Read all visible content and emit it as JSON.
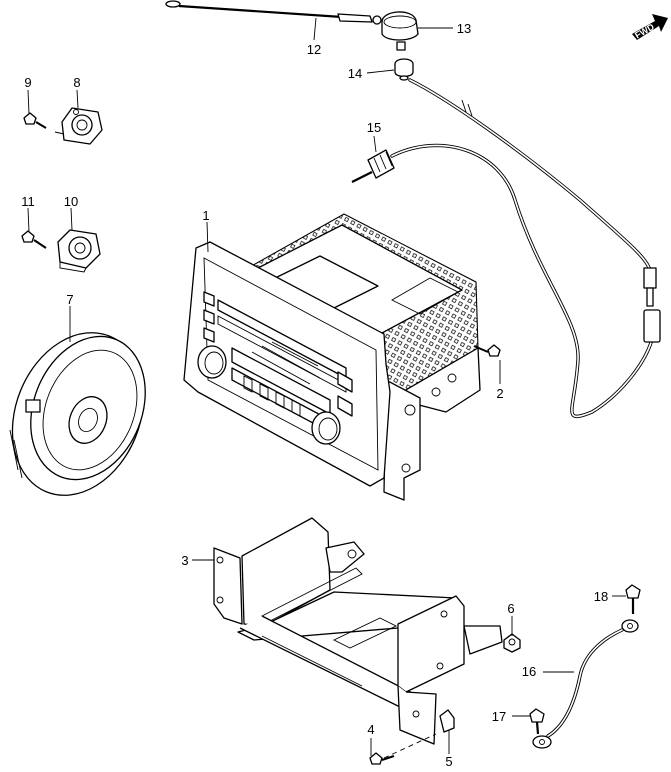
{
  "diagram": {
    "direction_badge": "FWD",
    "callouts": [
      {
        "id": "1",
        "label": "1"
      },
      {
        "id": "2",
        "label": "2"
      },
      {
        "id": "3",
        "label": "3"
      },
      {
        "id": "4",
        "label": "4"
      },
      {
        "id": "5",
        "label": "5"
      },
      {
        "id": "6",
        "label": "6"
      },
      {
        "id": "7",
        "label": "7"
      },
      {
        "id": "8",
        "label": "8"
      },
      {
        "id": "9",
        "label": "9"
      },
      {
        "id": "10",
        "label": "10"
      },
      {
        "id": "11",
        "label": "11"
      },
      {
        "id": "12",
        "label": "12"
      },
      {
        "id": "13",
        "label": "13"
      },
      {
        "id": "14",
        "label": "14"
      },
      {
        "id": "15",
        "label": "15"
      },
      {
        "id": "16",
        "label": "16"
      },
      {
        "id": "17",
        "label": "17"
      },
      {
        "id": "18",
        "label": "18"
      }
    ]
  }
}
